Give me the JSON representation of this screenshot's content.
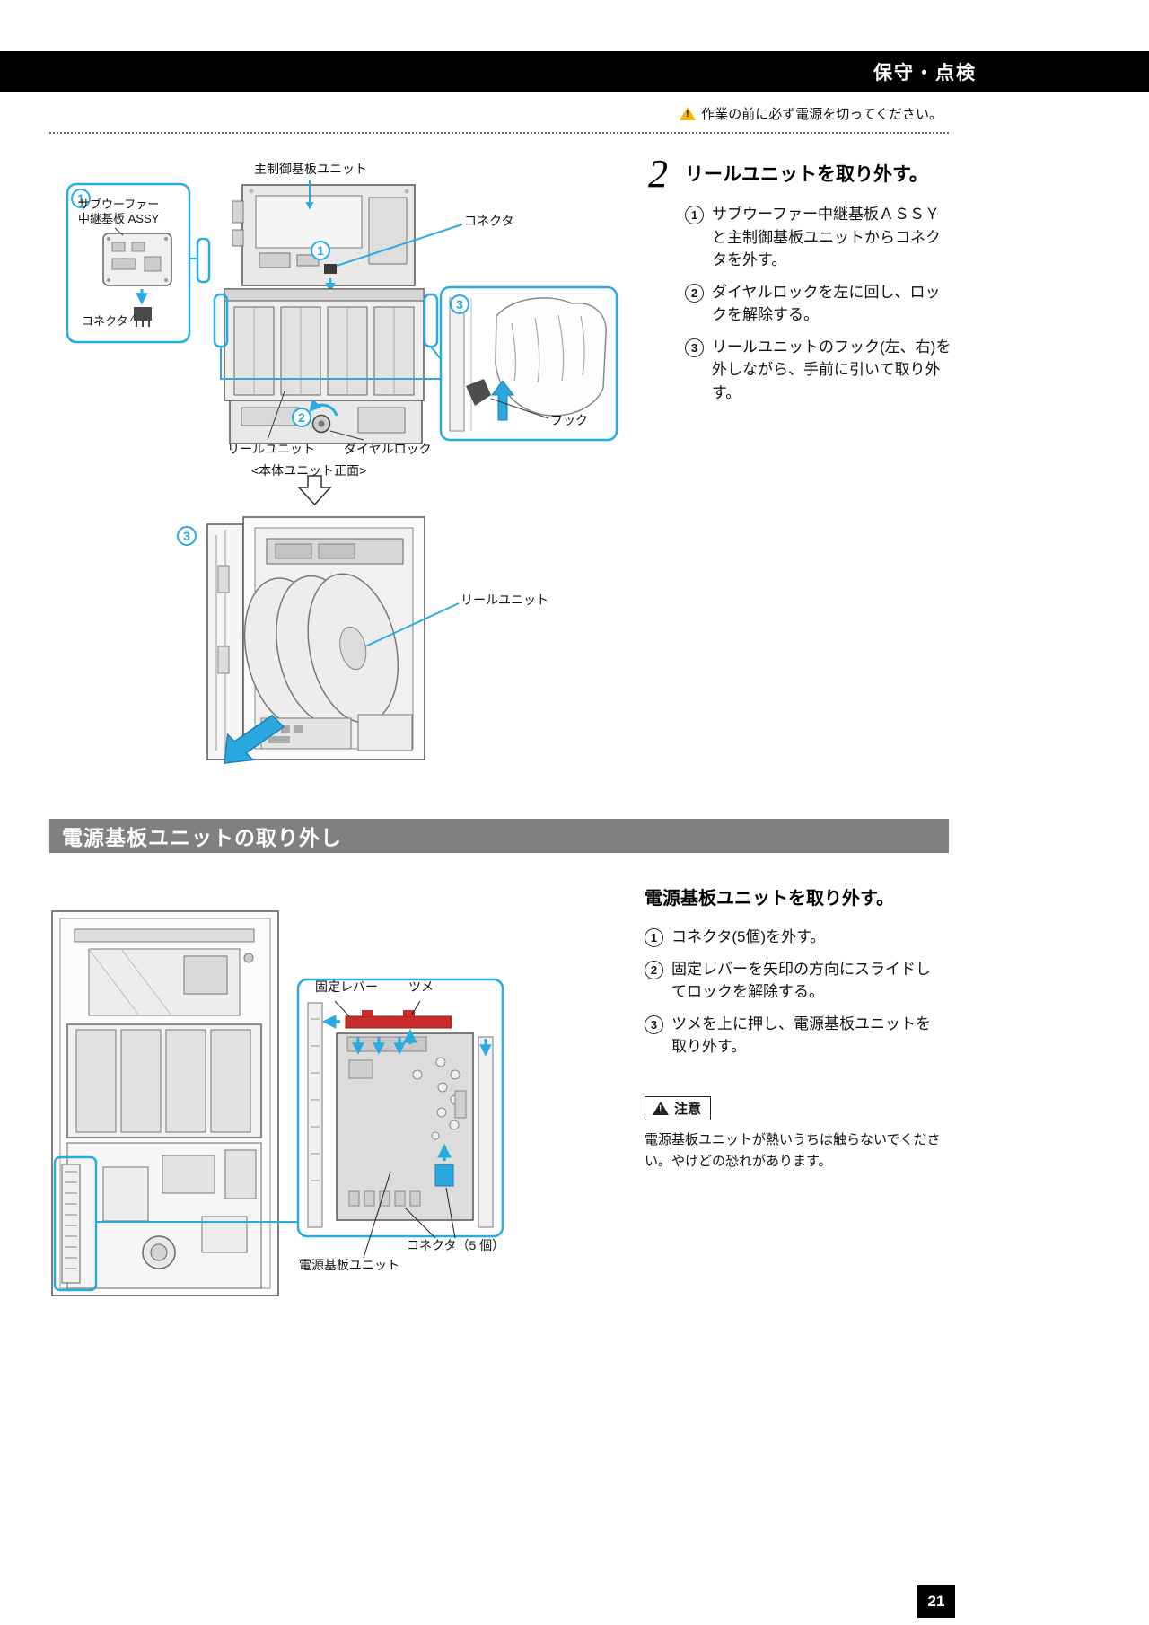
{
  "page": {
    "header_title": "保守・点検",
    "top_warning": "作業の前に必ず電源を切ってください。",
    "page_number": "21"
  },
  "icons": {
    "top_warning_icon": "warning-triangle-yellow",
    "caution_icon": "warning-triangle-dark",
    "down_flow_arrow": "hollow-down-arrow",
    "removal_arrow": "blue-diagonal-arrow"
  },
  "colors": {
    "accent_blue": "#29abe2",
    "section_bar_gray": "#808080",
    "lever_red": "#cc2b2b"
  },
  "section_reel": {
    "step_number": "2",
    "title": "リールユニットを取り外す。",
    "steps": [
      {
        "num": "1",
        "text": "サブウーファー中継基板ＡＳＳＹと主制御基板ユニットからコネクタを外す。"
      },
      {
        "num": "2",
        "text": "ダイヤルロックを左に回し、ロックを解除する。"
      },
      {
        "num": "3",
        "text": "リールユニットのフック(左、右)を外しながら、手前に引いて取り外す。"
      }
    ],
    "fig_top": {
      "label_main_board": "主制御基板ユニット",
      "label_subwoofer_line1": "サブウーファー",
      "label_subwoofer_line2": "中継基板 ASSY",
      "label_connector_left": "コネクタ",
      "label_connector_right": "コネクタ",
      "label_hook": "フック",
      "label_reel_unit": "リールユニット",
      "label_dial_lock": "ダイヤルロック",
      "caption_front": "<本体ユニット正面>",
      "marker_1": "1",
      "marker_2": "2",
      "marker_3": "3"
    },
    "fig_bottom": {
      "marker_3": "3",
      "label_reel_unit": "リールユニット"
    }
  },
  "section_power": {
    "bar_title": "電源基板ユニットの取り外し",
    "title": "電源基板ユニットを取り外す。",
    "steps": [
      {
        "num": "1",
        "text": "コネクタ(5個)を外す。"
      },
      {
        "num": "2",
        "text": "固定レバーを矢印の方向にスライドしてロックを解除する。"
      },
      {
        "num": "3",
        "text": "ツメを上に押し、電源基板ユニットを取り外す。"
      }
    ],
    "caution_label": "注意",
    "caution_text": "電源基板ユニットが熱いうちは触らないでください。やけどの恐れがあります。",
    "fig": {
      "label_lever": "固定レバー",
      "label_tab": "ツメ",
      "label_connectors": "コネクタ（5 個）",
      "label_power_board": "電源基板ユニット"
    }
  }
}
